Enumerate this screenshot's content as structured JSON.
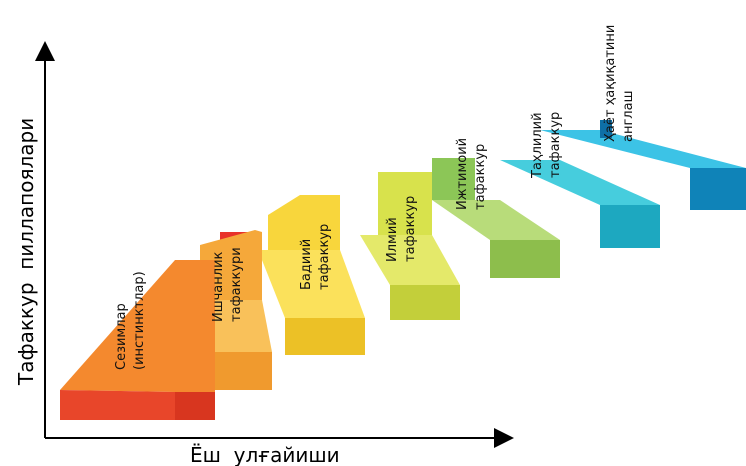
{
  "axes": {
    "y_label": "Тафаккур  пиллапоялари",
    "x_label": "Ёш  улғайиши"
  },
  "steps": [
    {
      "lines": [
        "Сезимлар",
        "(инстинктлар)"
      ],
      "color": "#f27a2a"
    },
    {
      "lines": [
        "Ишчанлик",
        "тафаккури"
      ],
      "color": "#f6a43a"
    },
    {
      "lines": [
        "Бадиий",
        "тафаккур"
      ],
      "color": "#f7c63a"
    },
    {
      "lines": [
        "Илмий",
        "тафаккур"
      ],
      "color": "#d4dc45"
    },
    {
      "lines": [
        "Ижтимоий",
        "тафаккур"
      ],
      "color": "#9ccb5a"
    },
    {
      "lines": [
        "Таҳлилий",
        "тафаккур"
      ],
      "color": "#2fb9c9"
    },
    {
      "lines": [
        "Ҳаёт ҳақиқатини",
        "англаш"
      ],
      "color": "#1aa0cf"
    }
  ]
}
